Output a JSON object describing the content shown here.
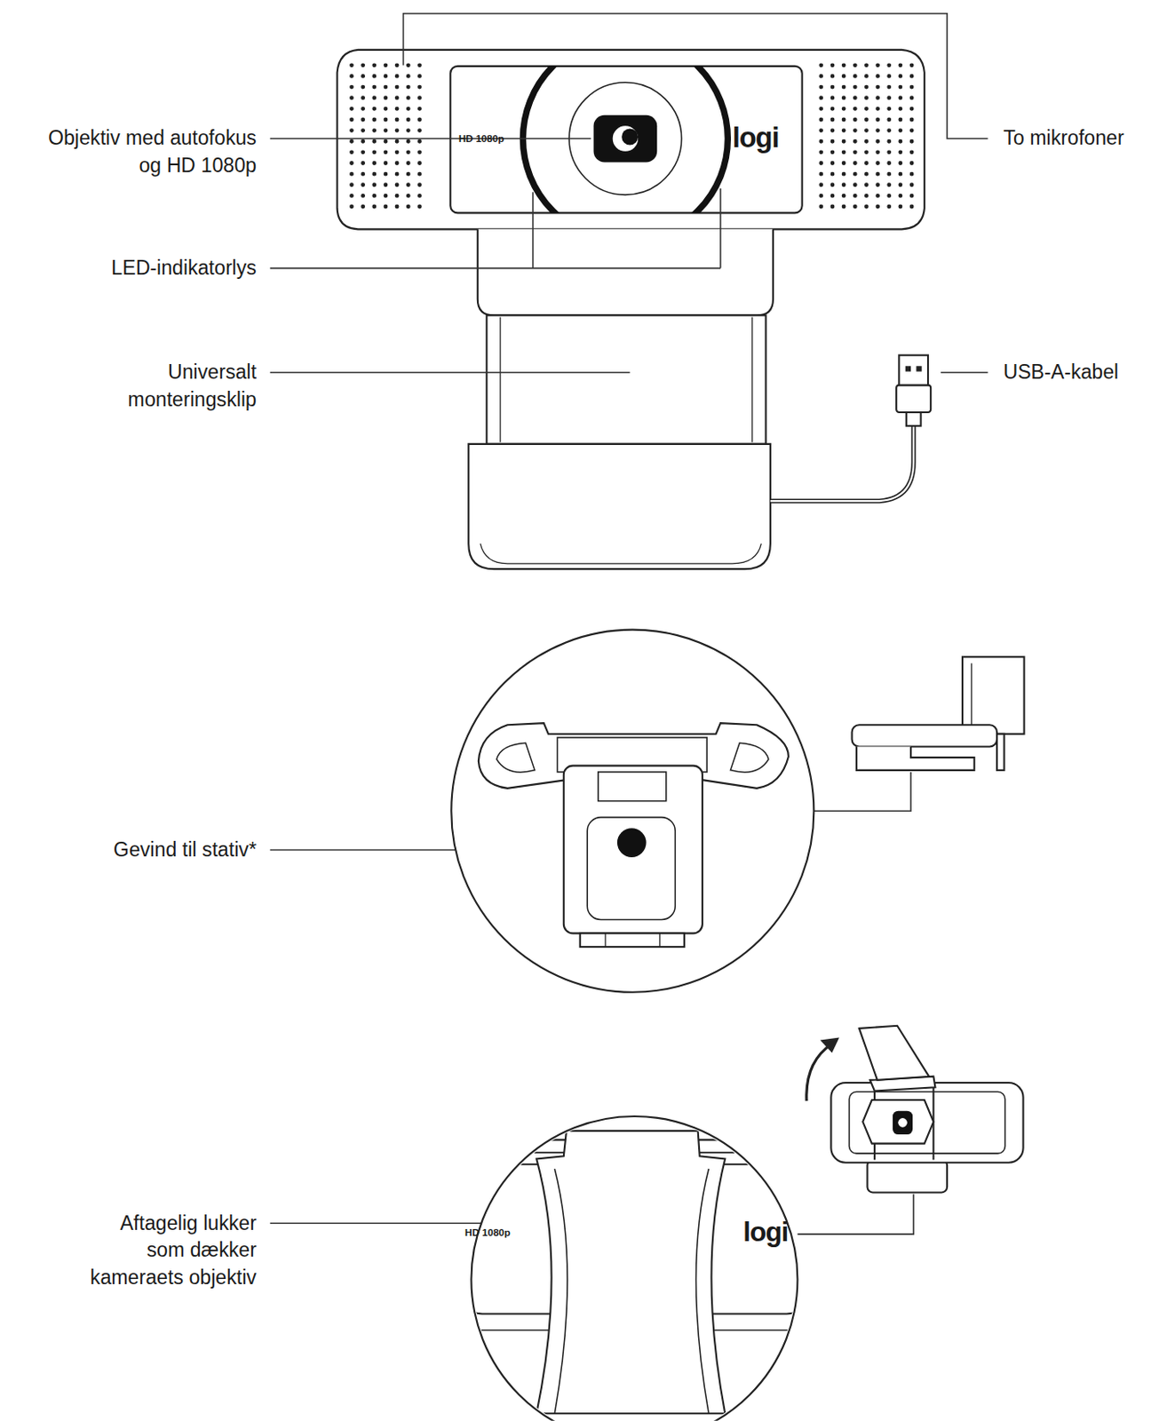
{
  "diagram": {
    "labels": [
      "Objektiv med autofokus og HD 1080p",
      "HD 1080p",
      "logi",
      "To mikrofoner",
      "LED-indikatorlys",
      "Universalt monteringsklip",
      "USB-A-kabel",
      "Gevind til stativ*",
      "Aftagelig lukker som dækker kameraets objektiv",
      "HD 1080p",
      "logi"
    ]
  }
}
